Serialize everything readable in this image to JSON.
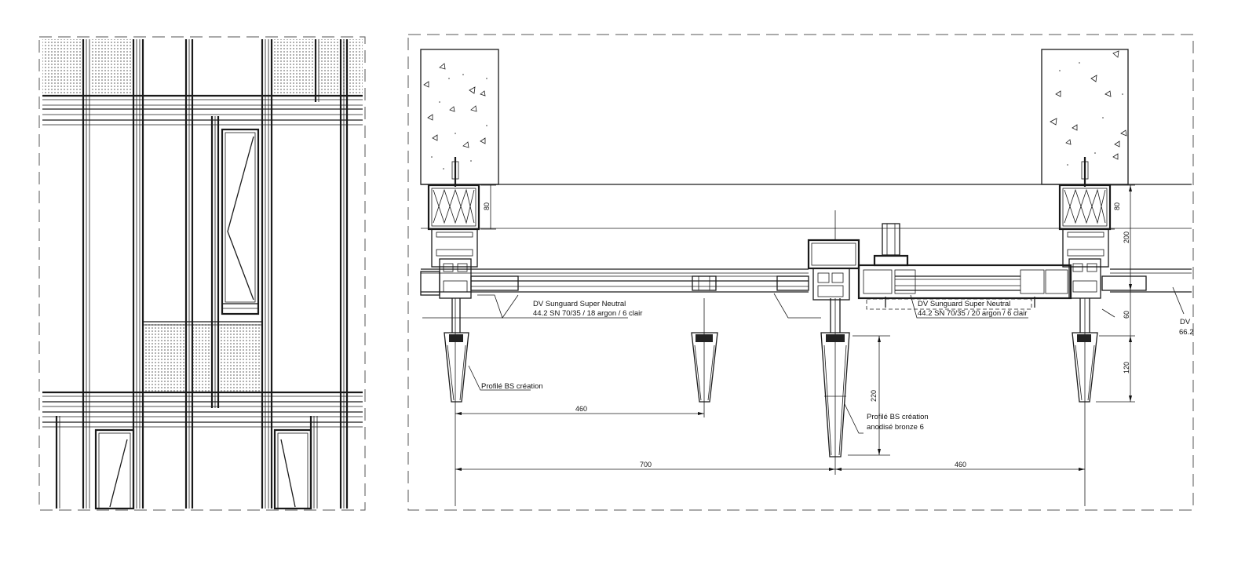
{
  "annotations": {
    "glass_left_line1": "DV Sunguard Super Neutral",
    "glass_left_line2": "44.2 SN 70/35 / 18 argon / 6 clair",
    "glass_right_line1": "DV Sunguard Super Neutral",
    "glass_right_line2": "44.2 SN 70/35 / 20 argon / 6 clair",
    "profile_left": "Profilé BS création",
    "profile_center_line1": "Profilé BS création",
    "profile_center_line2": "anodisé bronze 6",
    "cut_right_line1": "DV",
    "cut_right_line2": "66.2"
  },
  "dimensions": {
    "d460_top": "460",
    "d700": "700",
    "d460_bottom": "460",
    "d220": "220",
    "d80_left": "80",
    "d80_right": "80",
    "d200": "200",
    "d60": "60",
    "d120": "120"
  }
}
